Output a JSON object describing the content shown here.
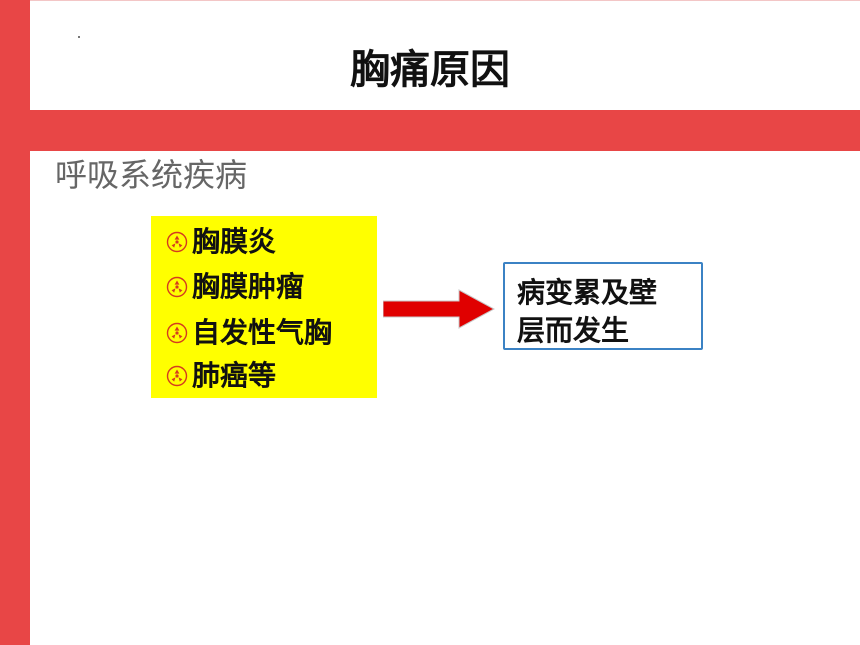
{
  "slide": {
    "title": "胸痛原因",
    "subtitle": "呼吸系统疾病",
    "causes": [
      "胸膜炎",
      "胸膜肿瘤",
      "自发性气胸",
      "肺癌等"
    ],
    "result_line1": "病变累及壁",
    "result_line2": "层而发生"
  },
  "colors": {
    "accent": "#e84646",
    "box_fill": "#ffff00",
    "arrow": "#e00000",
    "result_border": "#3b82c4"
  },
  "icons": {
    "bullet": "radiation-bullet-icon",
    "arrow": "right-arrow-icon"
  }
}
